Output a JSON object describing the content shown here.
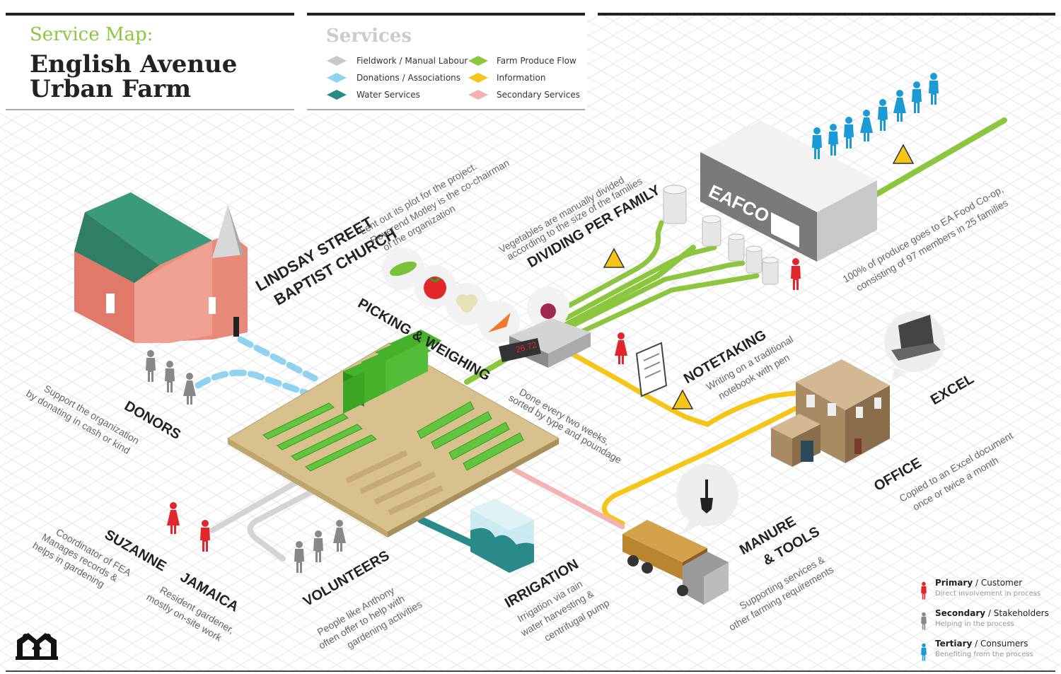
{
  "header": {
    "subtitle": "Service Map:",
    "title_line1": "English Avenue",
    "title_line2": "Urban Farm"
  },
  "services": {
    "heading": "Services",
    "items": [
      {
        "label": "Fieldwork / Manual Labour",
        "color": "#c8c8c8"
      },
      {
        "label": "Donations / Associations",
        "color": "#8fd3ef"
      },
      {
        "label": "Water Services",
        "color": "#2a8a8a"
      },
      {
        "label": "Farm Produce Flow",
        "color": "#8cc63f"
      },
      {
        "label": "Information",
        "color": "#f5c518"
      },
      {
        "label": "Secondary Services",
        "color": "#f4b3b3"
      }
    ]
  },
  "nodes": {
    "church": {
      "title1": "LINDSAY STREET",
      "title2": "BAPTIST CHURCH",
      "desc1": "Lent out its plot for the project.",
      "desc2": "Reverend Motley is the co-chairman",
      "desc3": "of the organization"
    },
    "dividing": {
      "title": "DIVIDING PER FAMILY",
      "desc1": "Vegetables are manually divided",
      "desc2": "according to the size of the families"
    },
    "eafco": {
      "label": "EAFCO",
      "desc1": "100% of produce goes to EA Food Co-op,",
      "desc2": "consisting of 97 members in 25 families"
    },
    "picking": {
      "title": "PICKING & WEIGHING",
      "desc1": "Done every two weeks,",
      "desc2": "sorted by type and poundage",
      "scale_value": "26.72"
    },
    "notetaking": {
      "title": "NOTETAKING",
      "desc1": "Writing on a traditional",
      "desc2": "notebook with pen"
    },
    "excel": {
      "title": "EXCEL"
    },
    "office": {
      "title": "OFFICE",
      "desc1": "Copied to an Excel document",
      "desc2": "once or twice a month"
    },
    "donors": {
      "title": "DONORS",
      "desc1": "Support the organization",
      "desc2": "by donating in cash or kind"
    },
    "suzanne": {
      "title": "SUZANNE",
      "desc1": "Coordinator of FEA",
      "desc2": "Manages records &",
      "desc3": "helps in gardening"
    },
    "jamaica": {
      "title": "JAMAICA",
      "desc1": "Resident gardener,",
      "desc2": "mostly on-site work"
    },
    "volunteers": {
      "title": "VOLUNTEERS",
      "desc1": "People like Anthony",
      "desc2": "often offer to help with",
      "desc3": "gardening activities"
    },
    "irrigation": {
      "title": "IRRIGATION",
      "desc1": "Irrigation via rain",
      "desc2": "water harvesting &",
      "desc3": "centrifugal pump"
    },
    "manure": {
      "title1": "MANURE",
      "title2": "& TOOLS",
      "desc1": "Supporting services &",
      "desc2": "other farming requirements"
    }
  },
  "key": [
    {
      "strong": "Primary",
      "rest": " / Customer",
      "sub": "Direct involvement in process",
      "color": "#e3262b"
    },
    {
      "strong": "Secondary",
      "rest": " / Stakeholders",
      "sub": "Helping in the process",
      "color": "#888888"
    },
    {
      "strong": "Tertiary",
      "rest": " / Consumers",
      "sub": "Benefiting from the process",
      "color": "#1b9ad6"
    }
  ],
  "colors": {
    "primary": "#e3262b",
    "secondary": "#888888",
    "tertiary": "#1b9ad6",
    "accent_green": "#8cc63f",
    "church_roof": "#3a9a7a",
    "church_wall": "#ec8c7c"
  }
}
